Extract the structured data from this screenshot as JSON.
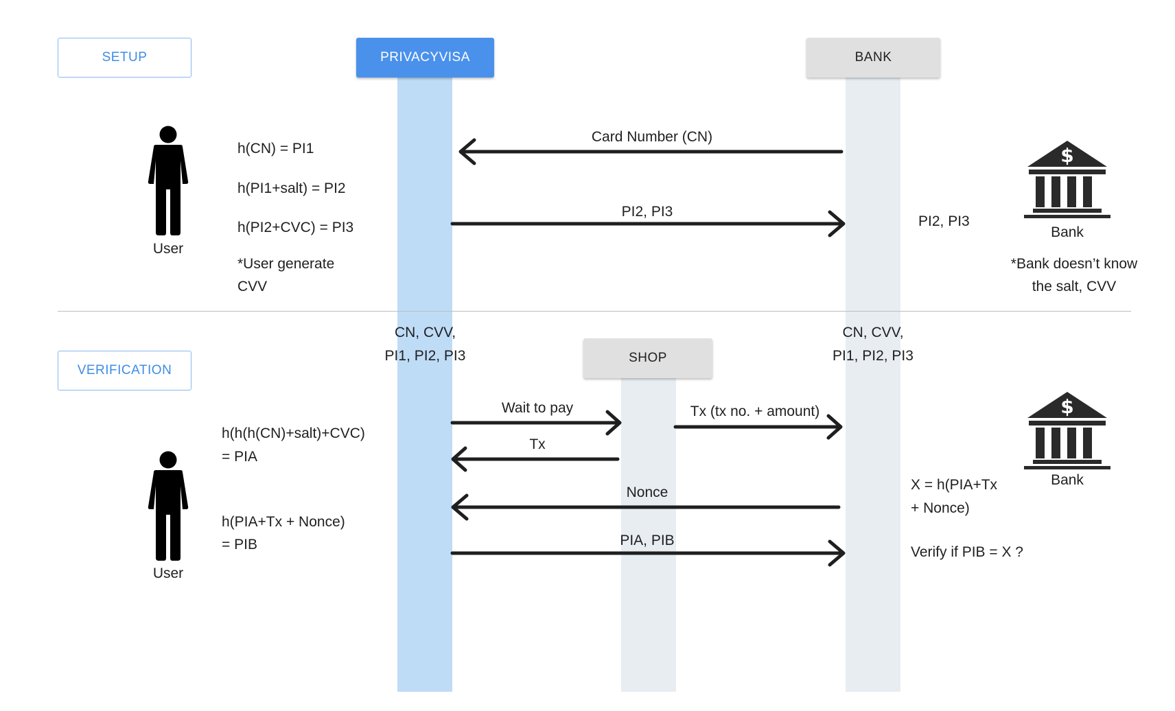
{
  "sections": {
    "setup": "SETUP",
    "verification": "VERIFICATION"
  },
  "actors": {
    "privacyvisa": "PRIVACYVISA",
    "bank": "BANK",
    "shop": "SHOP"
  },
  "colors": {
    "accent": "#4a91ec",
    "privacyvisa_lane": "#bfdcf7",
    "grey_lane": "#e8edf2",
    "arrow": "#1f1f1f"
  },
  "icons": {
    "user": "person-icon",
    "bank": "bank-icon"
  },
  "setup": {
    "user_label": "User",
    "steps": [
      "h(CN) = PI1",
      "h(PI1+salt) = PI2",
      "h(PI2+CVC) = PI3"
    ],
    "note": [
      "*User generate",
      "CVV"
    ],
    "msg_card_number": "Card Number (CN)",
    "msg_pi2_pi3": "PI2, PI3",
    "bank_stores": "PI2, PI3",
    "bank_label": "Bank",
    "bank_note": [
      "*Bank doesn’t know",
      "the salt, CVV"
    ]
  },
  "verification": {
    "privacyvisa_holds": [
      "CN, CVV,",
      "PI1, PI2, PI3"
    ],
    "bank_holds": [
      "CN, CVV,",
      "PI1, PI2, PI3"
    ],
    "user_label": "User",
    "formula_pia": [
      "h(h(h(CN)+salt)+CVC)",
      "= PIA"
    ],
    "formula_pib": [
      "h(PIA+Tx + Nonce)",
      "= PIB"
    ],
    "msg_wait_to_pay": "Wait to pay",
    "msg_tx": "Tx",
    "msg_tx_details": "Tx (tx no. + amount)",
    "msg_nonce": "Nonce",
    "msg_pia_pib": "PIA, PIB",
    "bank_label": "Bank",
    "bank_x": [
      "X = h(PIA+Tx",
      "+ Nonce)"
    ],
    "bank_verify": "Verify if PIB = X ?"
  }
}
